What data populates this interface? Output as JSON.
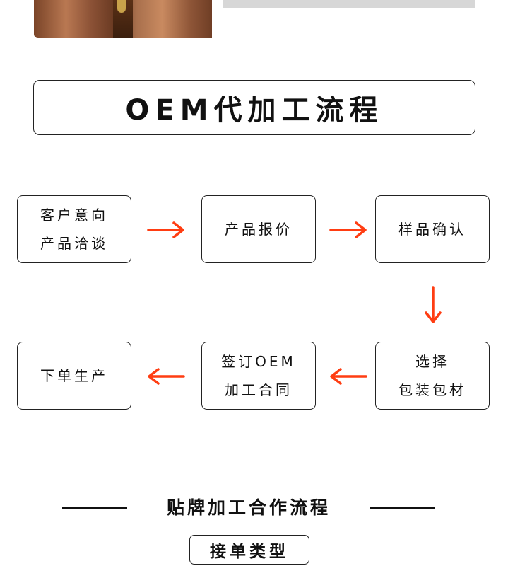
{
  "title": "OEM代加工流程",
  "steps": {
    "s1": {
      "line1": "客户意向",
      "line2": "产品洽谈"
    },
    "s2": {
      "line1": "产品报价"
    },
    "s3": {
      "line1": "样品确认"
    },
    "s4": {
      "line1": "选择",
      "line2": "包装包材"
    },
    "s5": {
      "line1": "签订OEM",
      "line2": "加工合同"
    },
    "s6": {
      "line1": "下单生产"
    }
  },
  "subtitle": "贴牌加工合作流程",
  "type_label": "接单类型",
  "colors": {
    "arrow": "#ff3d12",
    "border": "#222222"
  }
}
